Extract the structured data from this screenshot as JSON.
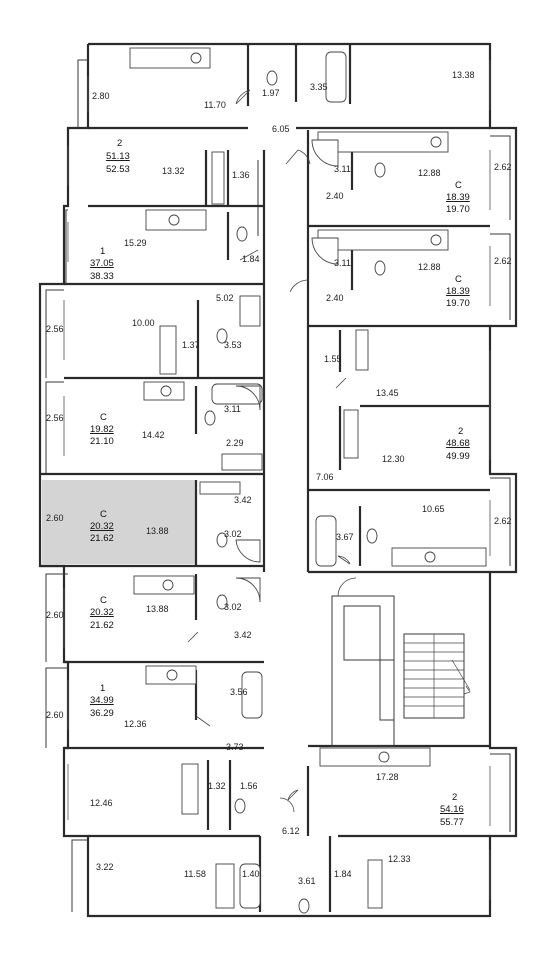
{
  "rooms": [
    {
      "id": "a01",
      "label": "13.38"
    },
    {
      "id": "a02",
      "label": "2.80"
    },
    {
      "id": "a03",
      "label": "11.70"
    },
    {
      "id": "a04",
      "label": "1.97"
    },
    {
      "id": "a05",
      "label": "3.35"
    },
    {
      "id": "a06",
      "label": "6.05"
    },
    {
      "id": "a07",
      "label": "13.32"
    },
    {
      "id": "a08",
      "label": "1.36"
    },
    {
      "id": "a09",
      "label": "3.11"
    },
    {
      "id": "a10",
      "label": "12.88"
    },
    {
      "id": "a11",
      "label": "2.62"
    },
    {
      "id": "a12",
      "label": "2.40"
    },
    {
      "id": "a13",
      "label": "15.29"
    },
    {
      "id": "a14",
      "label": "1.84"
    },
    {
      "id": "a15",
      "label": "3.11"
    },
    {
      "id": "a16",
      "label": "12.88"
    },
    {
      "id": "a17",
      "label": "2.62"
    },
    {
      "id": "a18",
      "label": "5.02"
    },
    {
      "id": "a19",
      "label": "2.40"
    },
    {
      "id": "a20",
      "label": "10.00"
    },
    {
      "id": "a21",
      "label": "2.56"
    },
    {
      "id": "a22",
      "label": "1.37"
    },
    {
      "id": "a23",
      "label": "3.53"
    },
    {
      "id": "a24",
      "label": "1.55"
    },
    {
      "id": "a25",
      "label": "13.45"
    },
    {
      "id": "a26",
      "label": "2.56"
    },
    {
      "id": "a27",
      "label": "14.42"
    },
    {
      "id": "a28",
      "label": "3.11"
    },
    {
      "id": "a29",
      "label": "2.29"
    },
    {
      "id": "a30",
      "label": "12.30"
    },
    {
      "id": "a31",
      "label": "7.06"
    },
    {
      "id": "a32",
      "label": "3.42"
    },
    {
      "id": "a33",
      "label": "2.60"
    },
    {
      "id": "a34",
      "label": "13.88"
    },
    {
      "id": "a35",
      "label": "3.02"
    },
    {
      "id": "a36",
      "label": "10.65"
    },
    {
      "id": "a37",
      "label": "2.62"
    },
    {
      "id": "a38",
      "label": "3.67"
    },
    {
      "id": "a39",
      "label": "2.60"
    },
    {
      "id": "a40",
      "label": "13.88"
    },
    {
      "id": "a41",
      "label": "3.02"
    },
    {
      "id": "a42",
      "label": "3.42"
    },
    {
      "id": "a43",
      "label": "3.56"
    },
    {
      "id": "a44",
      "label": "2.60"
    },
    {
      "id": "a45",
      "label": "12.36"
    },
    {
      "id": "a46",
      "label": "3.73"
    },
    {
      "id": "a47",
      "label": "17.28"
    },
    {
      "id": "a48",
      "label": "12.46"
    },
    {
      "id": "a49",
      "label": "1.32"
    },
    {
      "id": "a50",
      "label": "1.56"
    },
    {
      "id": "a51",
      "label": "6.12"
    },
    {
      "id": "a52",
      "label": "3.22"
    },
    {
      "id": "a53",
      "label": "11.58"
    },
    {
      "id": "a54",
      "label": "1.40"
    },
    {
      "id": "a55",
      "label": "3.61"
    },
    {
      "id": "a56",
      "label": "1.84"
    },
    {
      "id": "a57",
      "label": "12.33"
    }
  ],
  "apartments": [
    {
      "id": "p01",
      "rooms": "2",
      "area_living": "51.13",
      "area_total": "52.53"
    },
    {
      "id": "p02",
      "rooms": "С",
      "area_living": "18.39",
      "area_total": "19.70"
    },
    {
      "id": "p03",
      "rooms": "1",
      "area_living": "37.05",
      "area_total": "38.33"
    },
    {
      "id": "p04",
      "rooms": "С",
      "area_living": "18.39",
      "area_total": "19.70"
    },
    {
      "id": "p05",
      "rooms": "С",
      "area_living": "19.82",
      "area_total": "21.10"
    },
    {
      "id": "p06",
      "rooms": "2",
      "area_living": "48.68",
      "area_total": "49.99"
    },
    {
      "id": "p07",
      "rooms": "С",
      "area_living": "20.32",
      "area_total": "21.62"
    },
    {
      "id": "p08",
      "rooms": "С",
      "area_living": "20.32",
      "area_total": "21.62"
    },
    {
      "id": "p09",
      "rooms": "1",
      "area_living": "34.99",
      "area_total": "36.29"
    },
    {
      "id": "p10",
      "rooms": "2",
      "area_living": "54.16",
      "area_total": "55.77"
    }
  ]
}
